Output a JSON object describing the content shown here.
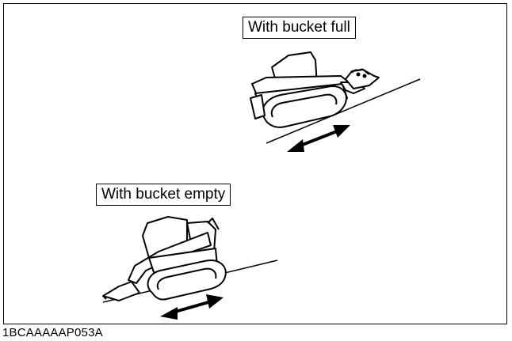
{
  "labels": {
    "bucket_full": "With bucket full",
    "bucket_empty": "With bucket empty"
  },
  "figure_code": "1BCAAAAAP053A",
  "icons": {
    "slope_loader": "compact-track-loader-on-slope-icon",
    "travel_arrow": "double-arrow-icon"
  },
  "colors": {
    "line": "#000000",
    "background": "#ffffff"
  }
}
